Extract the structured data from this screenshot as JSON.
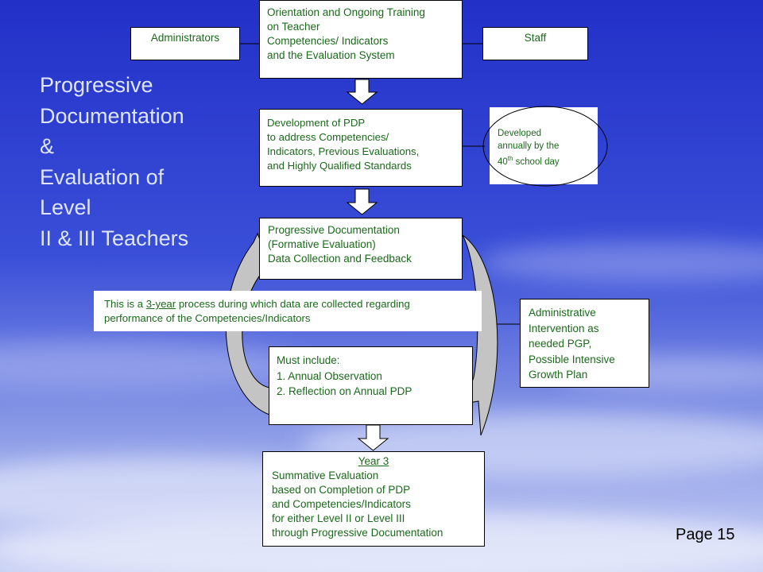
{
  "title": {
    "lines": [
      "Progressive",
      "Documentation",
      "&",
      "Evaluation of",
      "Level",
      "II & III Teachers"
    ]
  },
  "boxes": {
    "administrators": "Administrators",
    "staff": "Staff",
    "orientation": {
      "lines": [
        "Orientation and Ongoing Training",
        "on Teacher",
        " Competencies/ Indicators",
        "and the Evaluation System"
      ]
    },
    "pdp": {
      "lines": [
        "Development of PDP",
        "to address Competencies/",
        "Indicators, Previous Evaluations,",
        "and Highly Qualified Standards"
      ]
    },
    "developed": {
      "line1": "Developed",
      "line2": "annually by the",
      "line3_num": "40",
      "line3_sup": "th",
      "line3_rest": " school day"
    },
    "progressive": {
      "lines": [
        "Progressive Documentation",
        "(Formative Evaluation)",
        "Data Collection and Feedback"
      ]
    },
    "process": {
      "pre": "This is a ",
      "underlined": "3-year",
      "post": " process during which data are collected regarding",
      "line2": "performance of the Competencies/Indicators"
    },
    "intervention": {
      "lines": [
        "Administrative",
        "Intervention as",
        "needed  PGP,",
        "Possible Intensive",
        "Growth Plan"
      ]
    },
    "must_include": {
      "lines": [
        "Must include:",
        "1.  Annual Observation",
        "2.  Reflection on Annual PDP"
      ]
    },
    "summative": {
      "year": "Year 3",
      "lines": [
        "Summative Evaluation",
        "based on Completion of PDP",
        "and Competencies/Indicators",
        " for either Level II or Level III",
        "through Progressive Documentation"
      ]
    }
  },
  "footer": {
    "page": "Page 15"
  },
  "colors": {
    "text_green": "#1a6a1a",
    "title": "#dfe6ff",
    "sky_blue": "#2a3fd0"
  }
}
